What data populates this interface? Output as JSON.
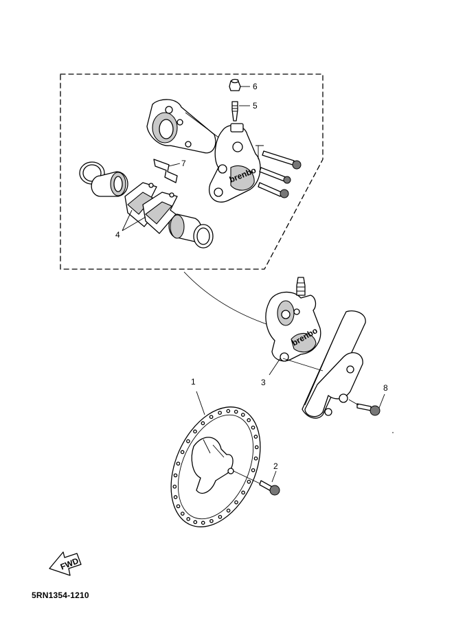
{
  "diagram": {
    "code": "5RN1354-1210",
    "fwd_label": "FWD",
    "brand_mark": "brenbo",
    "callouts": {
      "disc": "1",
      "disc_bolt": "2",
      "caliper": "3",
      "pads": "4",
      "bleed_screw": "5",
      "bleed_cap": "6",
      "pad_spring": "7",
      "caliper_bolt": "8"
    }
  }
}
